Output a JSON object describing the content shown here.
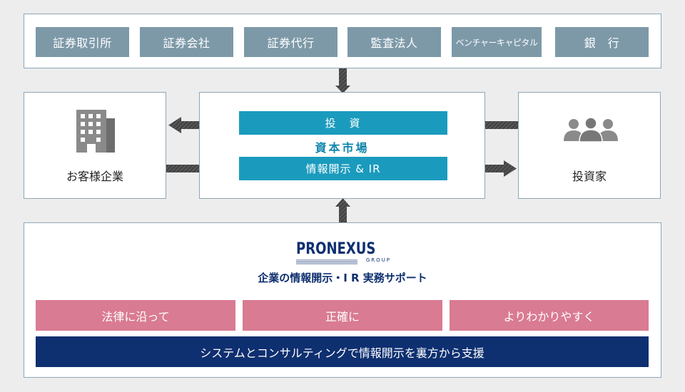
{
  "institutions": [
    "証券取引所",
    "証券会社",
    "証券代行",
    "監査法人",
    "ベンチャーキャピタル",
    "銀　行"
  ],
  "client": {
    "label": "お客様企業",
    "icon": "building-icon"
  },
  "market": {
    "investment_label": "投　資",
    "market_label": "資本市場",
    "disclosure_label": "情報開示 & IR"
  },
  "investor": {
    "label": "投資家",
    "icon": "people-icon"
  },
  "support": {
    "logo_main": "PRONEXUS",
    "logo_sub": "GROUP",
    "tagline": "企業の情報開示・I R 実務サポート",
    "values": [
      "法律に沿って",
      "正確に",
      "よりわかりやすく"
    ],
    "footer": "システムとコンサルティングで情報開示を裏方から支援"
  },
  "colors": {
    "institution": "#7d99a8",
    "teal": "#1a9bbd",
    "pink": "#d97b92",
    "navy": "#0e2f70",
    "arrow": "#4a4a4a"
  }
}
